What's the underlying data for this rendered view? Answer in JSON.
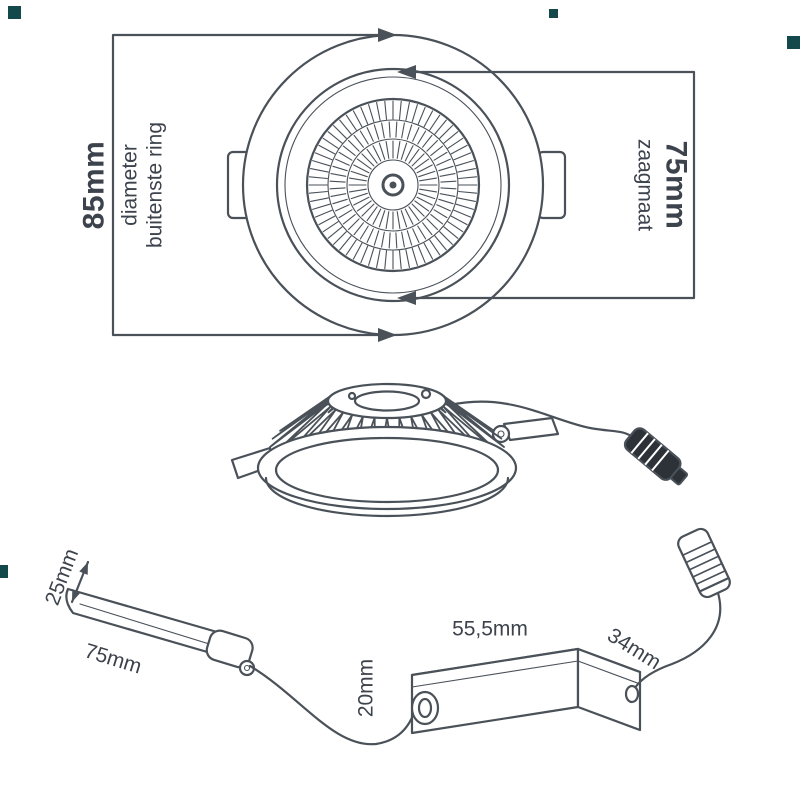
{
  "colors": {
    "line": "#4a5159",
    "text": "#3d434c",
    "accent": "#14494b",
    "dark": "#2c3238",
    "bg": "#ffffff"
  },
  "top_view": {
    "outer_dim_value": "85mm",
    "outer_dim_label_1": "diameter",
    "outer_dim_label_2": "buitenste ring",
    "cutout_dim_value": "75mm",
    "cutout_dim_label": "zaagmaat"
  },
  "side_view": {
    "height_dim": "25mm",
    "length_dim": "75mm"
  },
  "driver_box": {
    "length_dim": "55,5mm",
    "width_dim": "34mm",
    "height_dim": "20mm"
  }
}
